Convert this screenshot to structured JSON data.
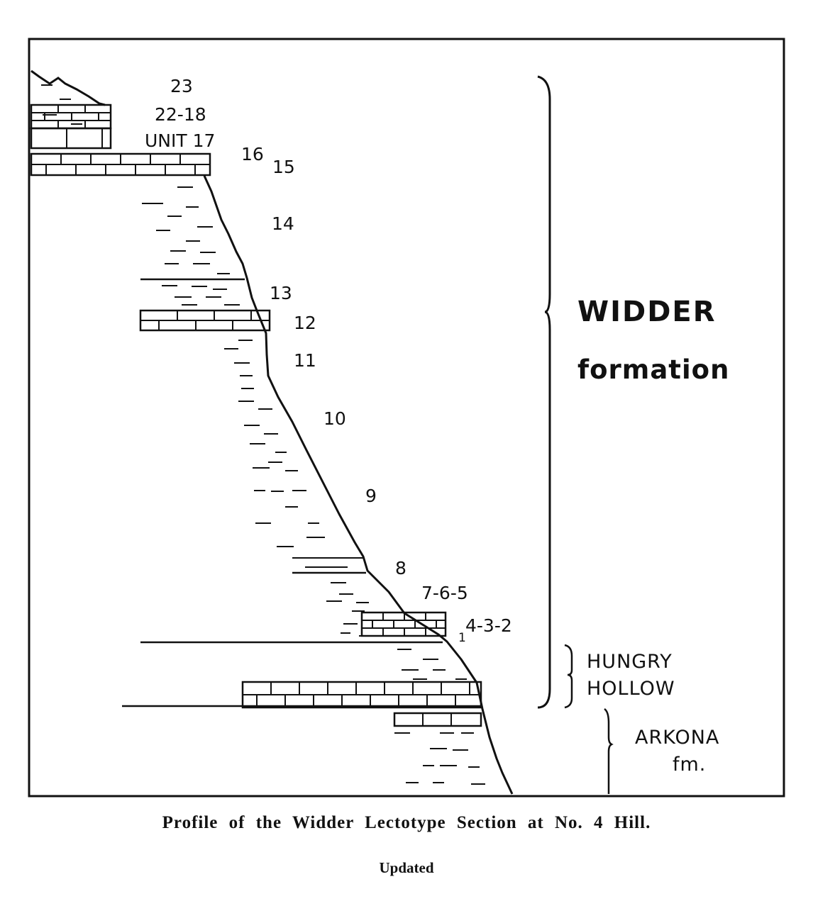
{
  "labels": {
    "u23": "23",
    "u22_18": "22-18",
    "u17": "UNIT 17",
    "u16": "16",
    "u15": "15",
    "u14": "14",
    "u13": "13",
    "u12": "12",
    "u11": "11",
    "u10": "10",
    "u9": "9",
    "u8": "8",
    "u7_6_5": "7-6-5",
    "u4_3_2": "4-3-2",
    "u1": "1"
  },
  "formations": {
    "widder_name": "WIDDER",
    "widder_type": "formation",
    "hungry": "HUNGRY",
    "hollow": "HOLLOW",
    "arkona": "ARKONA",
    "arkona_fm": "fm."
  },
  "caption": "Profile of the Widder Lectotype Section at No. 4 Hill.",
  "note": "Updated"
}
